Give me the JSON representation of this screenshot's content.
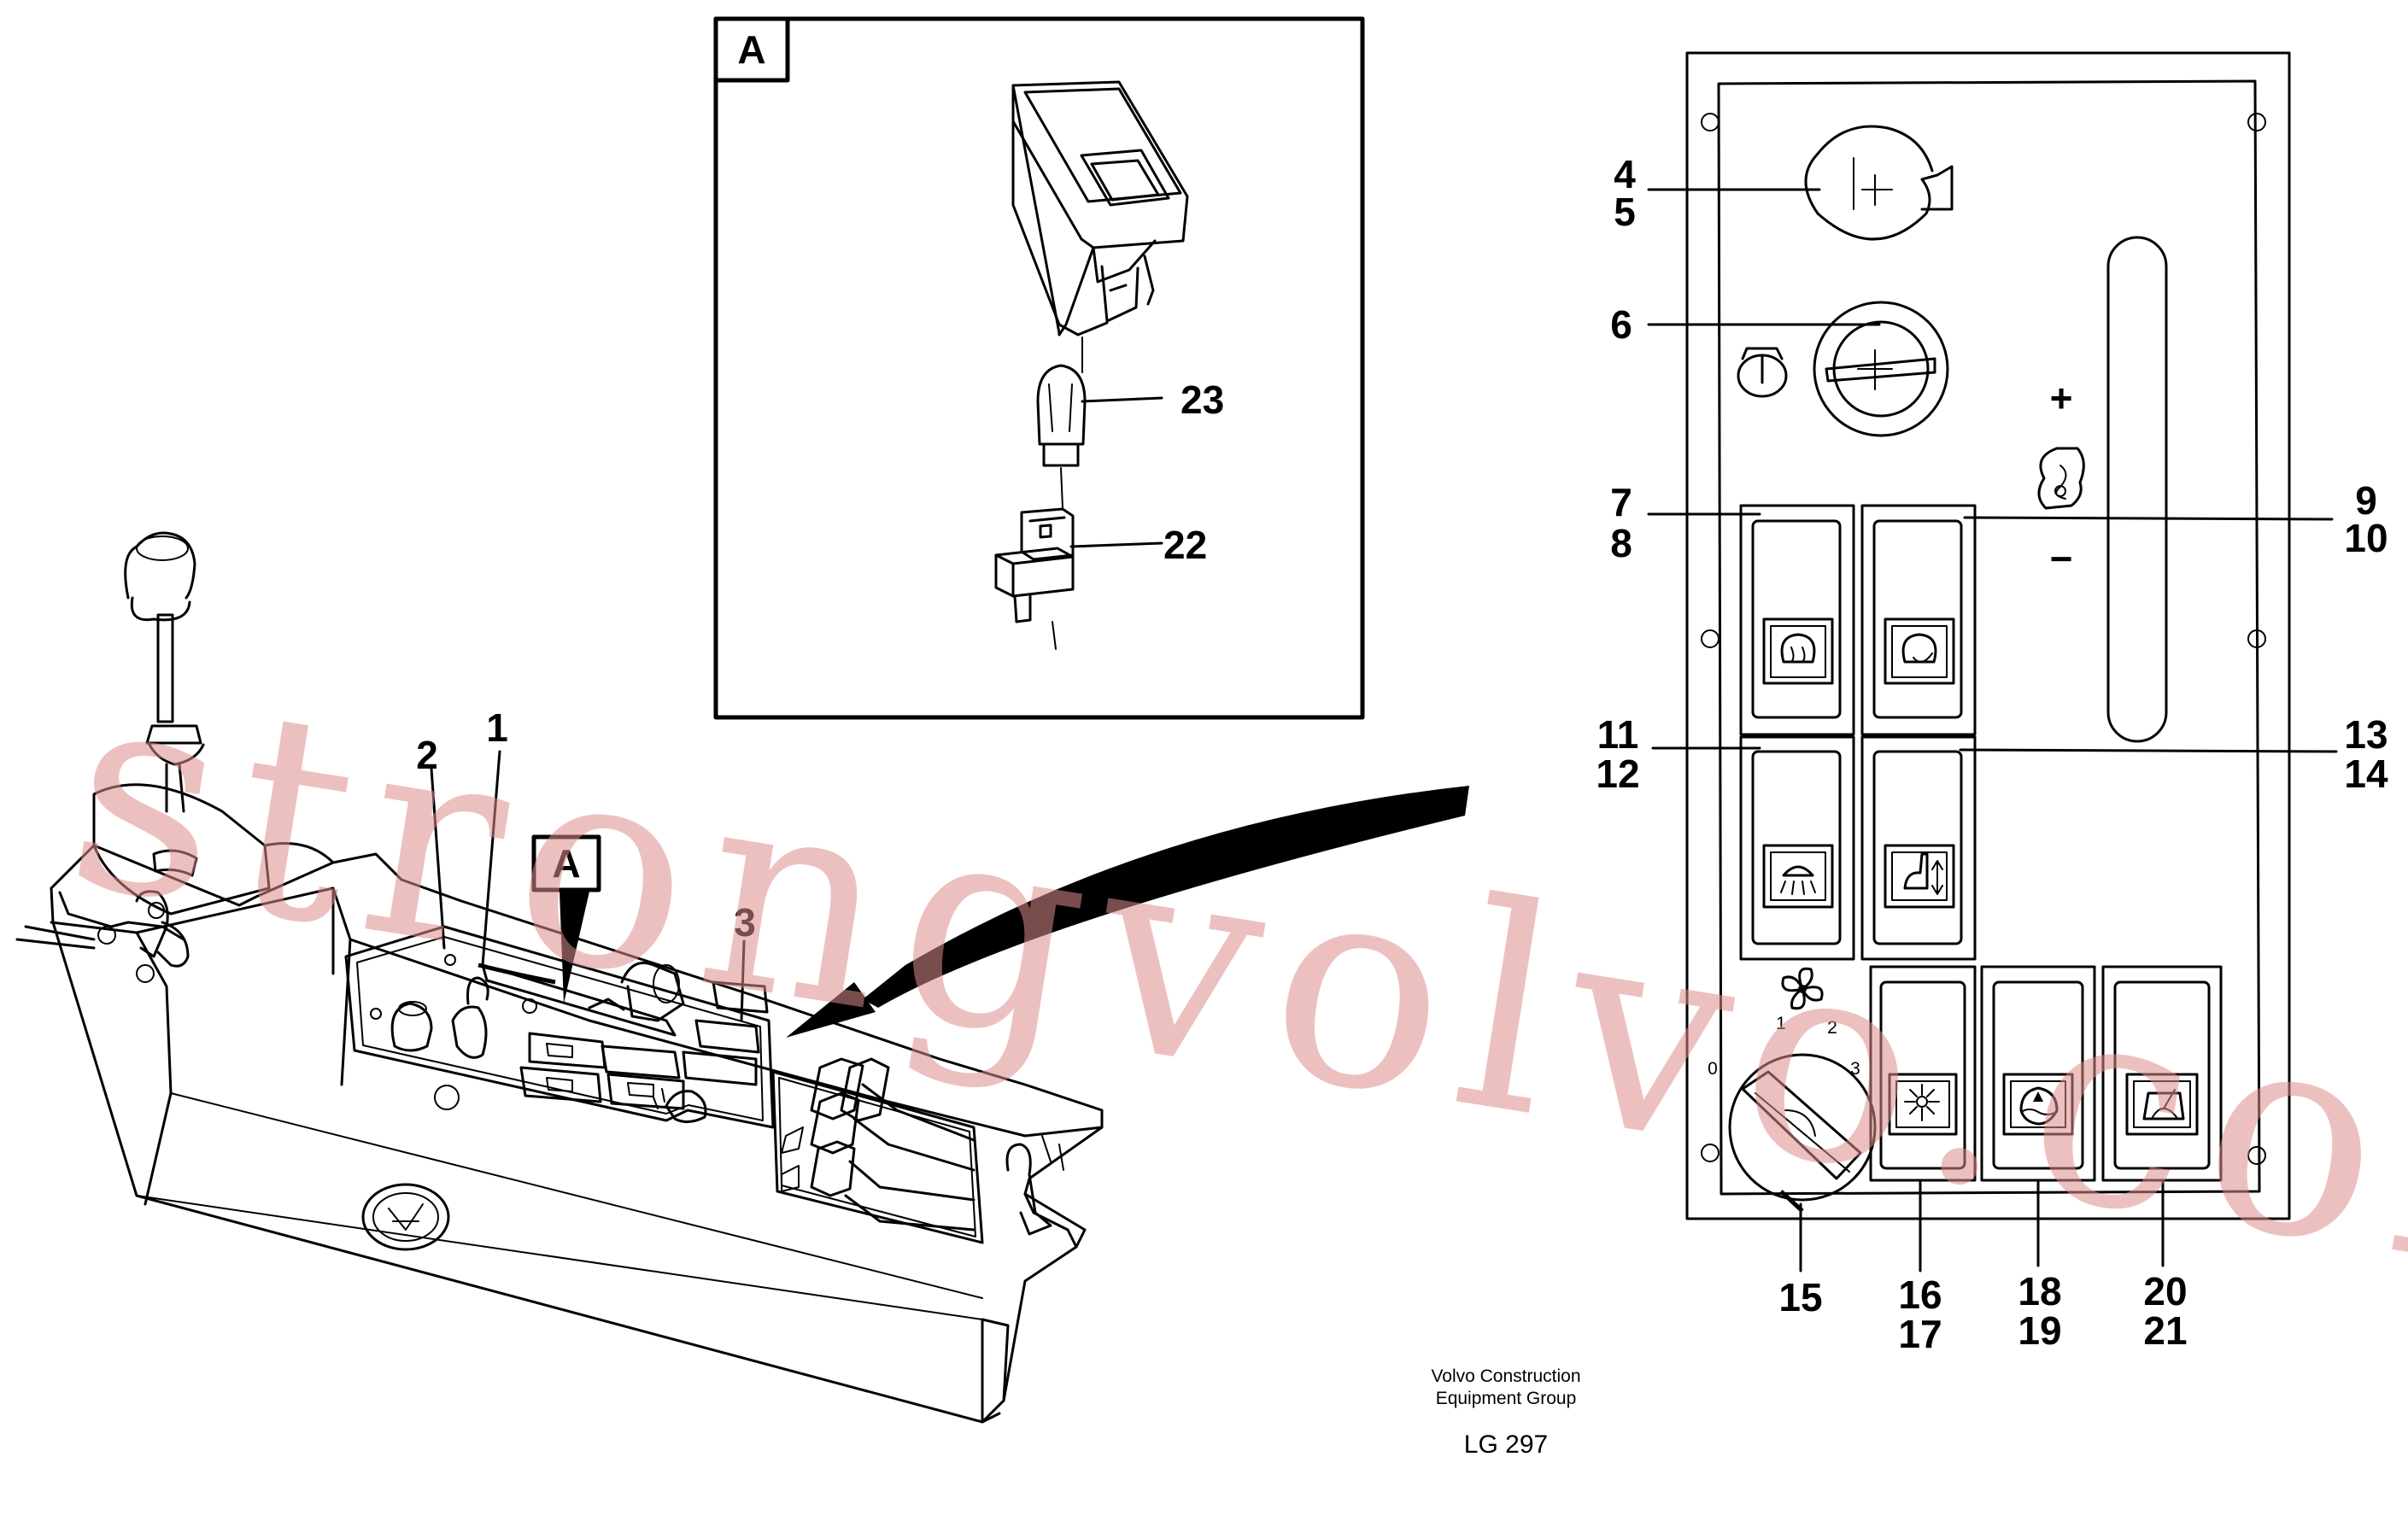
{
  "inset": {
    "label": "A"
  },
  "console": {
    "detail_marker": "A"
  },
  "callouts": {
    "c1": "1",
    "c2": "2",
    "c3": "3",
    "c4": "4",
    "c5": "5",
    "c6": "6",
    "c7": "7",
    "c8": "8",
    "c9": "9",
    "c10": "10",
    "c11": "11",
    "c12": "12",
    "c13": "13",
    "c14": "14",
    "c15": "15",
    "c16": "16",
    "c17": "17",
    "c18": "18",
    "c19": "19",
    "c20": "20",
    "c21": "21",
    "c22": "22",
    "c23": "23"
  },
  "panel": {
    "plus_sign": "+",
    "minus_sign": "−",
    "fan_dial": {
      "pos0": "0",
      "pos1": "1",
      "pos2": "2",
      "pos3": "3"
    }
  },
  "credits": {
    "line1": "Volvo Construction",
    "line2": "Equipment Group",
    "code": "LG 297"
  },
  "watermark": "strongvolvo.com",
  "icons": [
    "glow-plug-icon",
    "engine-start-icon",
    "work-light-icon",
    "seat-adjust-icon",
    "fan-icon",
    "heater-icon",
    "washer-icon",
    "wiper-icon",
    "key-icon",
    "engine-temp-icon"
  ]
}
